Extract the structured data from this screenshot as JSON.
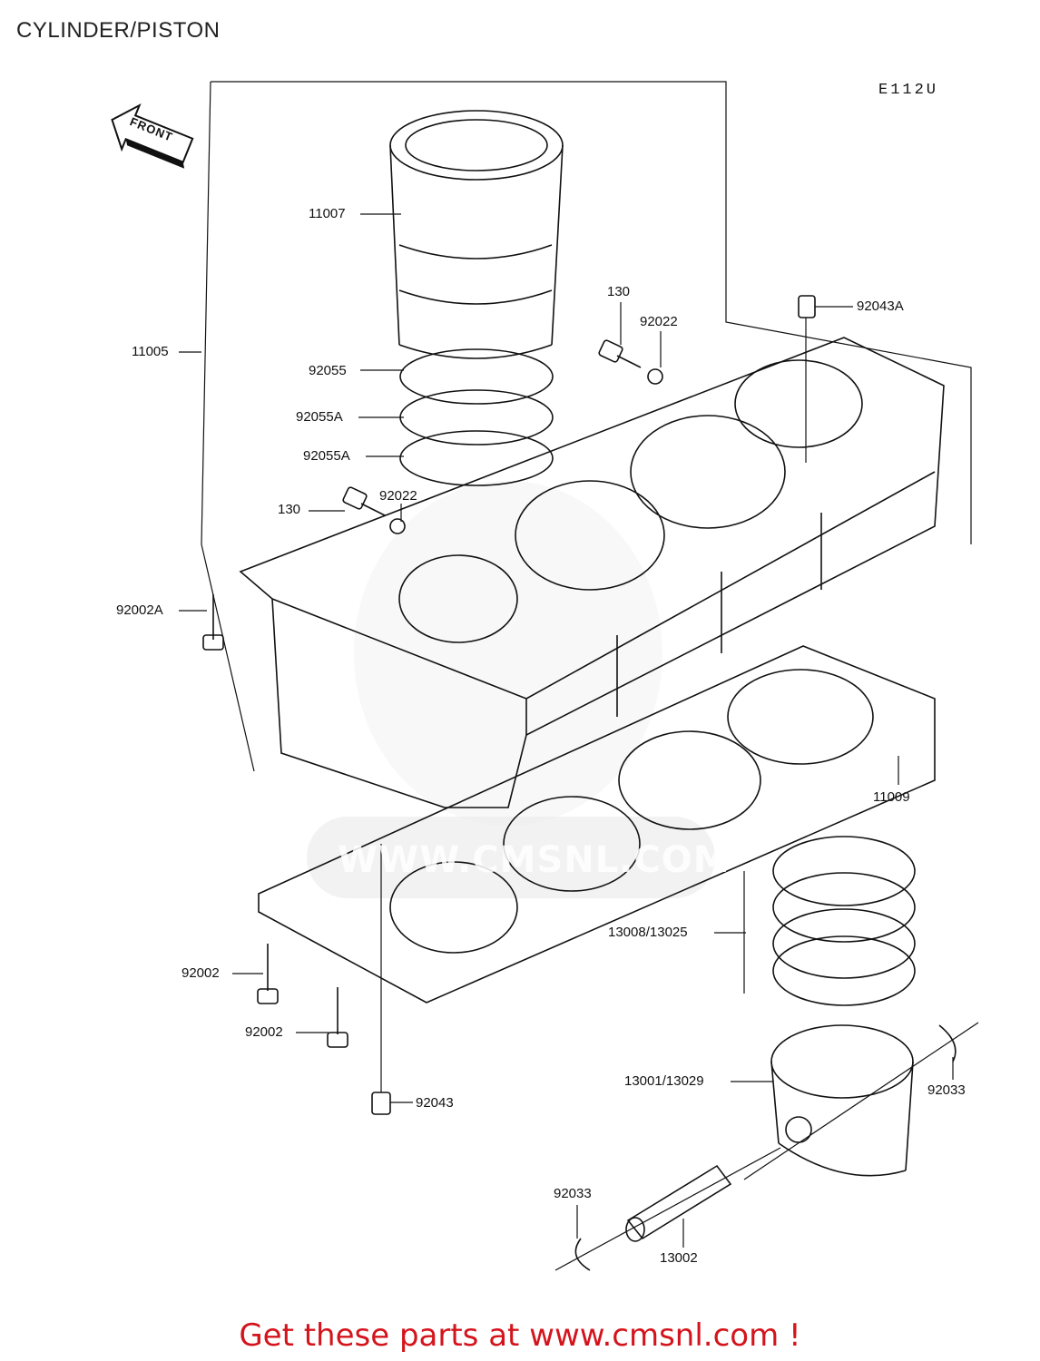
{
  "title": "CYLINDER/PISTON",
  "diagram_code": "E112U",
  "front_label": "FRONT",
  "watermark": "WWW.CMSNL.COM",
  "footer_cta": "Get these parts at www.cmsnl.com !",
  "parts": {
    "p11007": "11007",
    "p11005": "11005",
    "p92055": "92055",
    "p92055A_1": "92055A",
    "p92055A_2": "92055A",
    "p130_top": "130",
    "p92022_top": "92022",
    "p92043A": "92043A",
    "p130_left": "130",
    "p92022_left": "92022",
    "p92002A": "92002A",
    "p11009": "11009",
    "p13008": "13008/13025",
    "p92002_1": "92002",
    "p92002_2": "92002",
    "p92043": "92043",
    "p13001": "13001/13029",
    "p92033_right": "92033",
    "p92033_left": "92033",
    "p13002": "13002"
  }
}
